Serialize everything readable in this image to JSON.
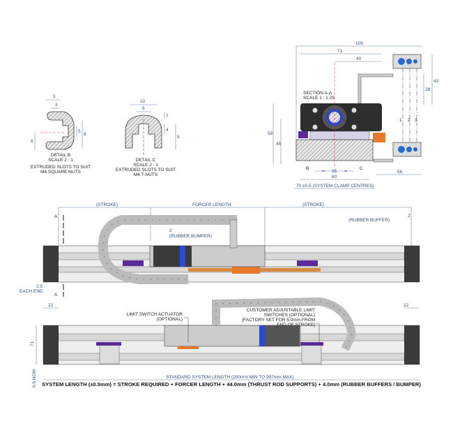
{
  "detail_b": {
    "title": "DETAIL B",
    "scale": "SCALE 2 : 1",
    "note_line1": "EXTRUDED SLOTS TO SUIT",
    "note_line2": "M4 SQUARE NUTS",
    "dims": [
      "5",
      "3",
      "5",
      "8",
      "6"
    ]
  },
  "detail_c": {
    "title": "DETAIL C",
    "scale": "SCALE 2 : 1",
    "note_line1": "EXTRUDED SLOTS TO SUIT",
    "note_line2": "M4 T-NUTS",
    "dims": [
      "10",
      "6",
      "1",
      "4",
      "9"
    ]
  },
  "section_aa": {
    "title": "SECTION A-A",
    "scale": "SCALE 1 : 1.25",
    "dims": {
      "width_overall": "109",
      "width_body": "71",
      "width_top": "40",
      "height_chain": "43",
      "height_chain_inner": "28",
      "height_overall": "59",
      "height_body": "45",
      "slot_spacing": "35",
      "rail_width": "60",
      "chain_offset": "56",
      "eq": "="
    },
    "detail_markers": [
      "B",
      "C"
    ],
    "cable_numbers": [
      "1",
      "2",
      "3"
    ],
    "clamp_centres": "70 ±0.5 (SYSTEM CLAMP CENTRES)"
  },
  "top_view": {
    "stroke_left": "(STROKE)",
    "forcer_length": "FORCER LENGTH",
    "stroke_right": "(STROKE)",
    "buffer_value": "2",
    "buffer_label": "(RUBBER BUFFER)",
    "bumper_value": "2",
    "bumper_label": "(RUBBER BUMPER)",
    "end_value": "2.5",
    "end_label": "EACH END",
    "section_marker": "A"
  },
  "front_view": {
    "left_end": "22",
    "right_end": "22",
    "height": "71",
    "nom": "0.5 NOM",
    "limit_actuator_line1": "LIMIT SWITCH ACTUATOR",
    "limit_actuator_line2": "(OPTIONAL)",
    "limit_switch_line1": "CUSTOMER ADJUSTABLE LIMIT",
    "limit_switch_line2": "SWITCHES (OPTIONAL)",
    "limit_switch_line3": "[FACTORY SET FOR 5.0mm FROM",
    "limit_switch_line4": "END OF STROKE]",
    "standard_length": "STANDARD SYSTEM LENGTH (200mm MIN TO 997mm MAX)"
  },
  "formula": "SYSTEM LENGTH (±0.5mm) = STROKE REQUIRED + FORCER LENGTH + 44.0mm (THRUST ROD SUPPORTS) + 4.0mm (RUBBER BUFFERS / BUMPER)",
  "colors": {
    "dimension": "#2f4f7a",
    "purple": "#5a2a9a",
    "orange": "#e8782a",
    "blue": "#2a4ad0",
    "cable_blue": "#2a6ad0",
    "body_dark": "#3a3a3a",
    "rail": "#d8d8d8"
  }
}
